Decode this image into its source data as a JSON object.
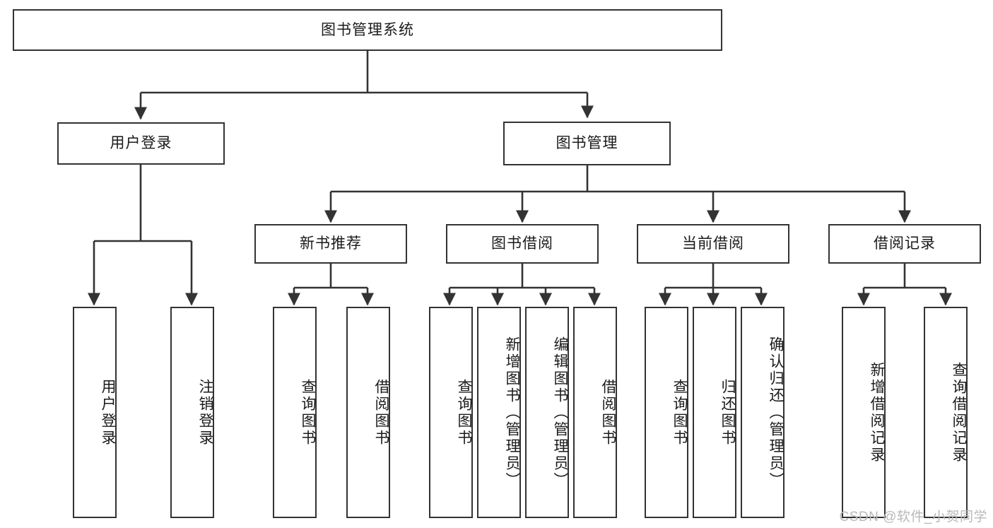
{
  "diagram": {
    "title": "图书管理系统",
    "type": "tree-hierarchy-flowchart",
    "colors": {
      "border": "#333333",
      "background": "#ffffff",
      "text": "#1a1a1a",
      "edge": "#333333",
      "watermark": "#b9b9b9"
    },
    "watermark": "CSDN @软件_小贺同学",
    "levels": {
      "root": {
        "label": "图书管理系统"
      },
      "level2": [
        {
          "id": "user-login",
          "label": "用户登录"
        },
        {
          "id": "book-management",
          "label": "图书管理"
        }
      ],
      "level3": [
        {
          "id": "new-book-recommend",
          "label": "新书推荐",
          "parent": "book-management"
        },
        {
          "id": "book-borrow",
          "label": "图书借阅",
          "parent": "book-management"
        },
        {
          "id": "current-borrow",
          "label": "当前借阅",
          "parent": "book-management"
        },
        {
          "id": "borrow-record",
          "label": "借阅记录",
          "parent": "book-management"
        }
      ],
      "leaves": [
        {
          "id": "leaf-user-login",
          "label": "用户登录",
          "parent": "user-login"
        },
        {
          "id": "leaf-logout",
          "label": "注销登录",
          "parent": "user-login"
        },
        {
          "id": "leaf-query-book-1",
          "label": "查询图书",
          "parent": "new-book-recommend"
        },
        {
          "id": "leaf-borrow-book-1",
          "label": "借阅图书",
          "parent": "new-book-recommend"
        },
        {
          "id": "leaf-query-book-2",
          "label": "查询图书",
          "parent": "book-borrow"
        },
        {
          "id": "leaf-add-book",
          "label": "新增图书（管理员）",
          "parent": "book-borrow"
        },
        {
          "id": "leaf-edit-book",
          "label": "编辑图书（管理员）",
          "parent": "book-borrow"
        },
        {
          "id": "leaf-borrow-book-2",
          "label": "借阅图书",
          "parent": "book-borrow"
        },
        {
          "id": "leaf-query-book-3",
          "label": "查询图书",
          "parent": "current-borrow"
        },
        {
          "id": "leaf-return-book",
          "label": "归还图书",
          "parent": "current-borrow"
        },
        {
          "id": "leaf-confirm-return",
          "label": "确认归还（管理员）",
          "parent": "current-borrow"
        },
        {
          "id": "leaf-add-record",
          "label": "新增借阅记录",
          "parent": "borrow-record"
        },
        {
          "id": "leaf-query-record",
          "label": "查询借阅记录",
          "parent": "borrow-record"
        }
      ]
    }
  }
}
